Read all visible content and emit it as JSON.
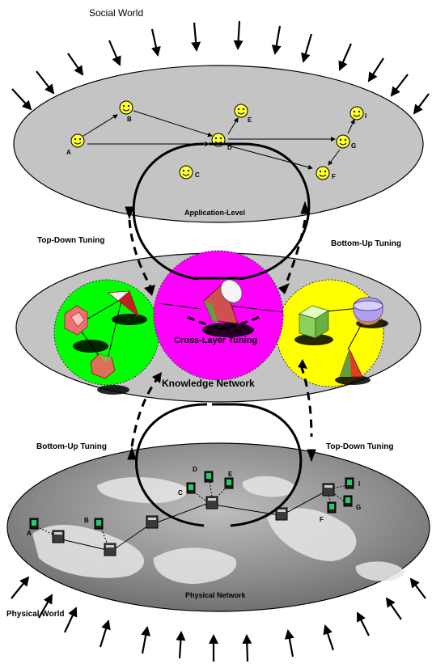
{
  "labels": {
    "social_world": "Social World",
    "physical_world": "Physical World",
    "application_level": "Application-Level",
    "knowledge_network": "Knowledge Network",
    "physical_network": "Physical Network",
    "cross_layer_tuning": "Cross-Layer Tuning",
    "top_down_left": "Top-Down Tuning",
    "bottom_up_right": "Bottom-Up Tuning",
    "bottom_up_left": "Bottom-Up Tuning",
    "top_down_right": "Top-Down Tuning"
  },
  "app_nodes": [
    "A",
    "B",
    "C",
    "D",
    "E",
    "F",
    "G",
    "I"
  ],
  "phys_nodes": [
    "A",
    "B",
    "C",
    "D",
    "E",
    "F",
    "G",
    "I"
  ],
  "colors": {
    "layer_gray": "#c4c4c4",
    "magenta": "#ff00ff",
    "green": "#00ff00",
    "yellow": "#ffff00",
    "face": "#ffff33",
    "terrain": "#9a9a9a"
  }
}
